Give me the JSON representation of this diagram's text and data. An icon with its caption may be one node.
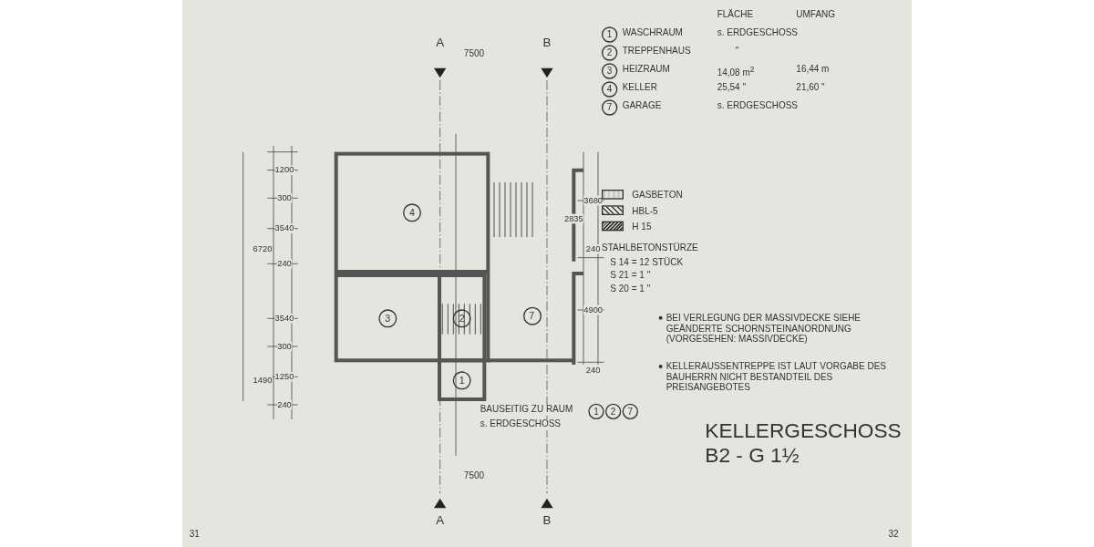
{
  "diagram": {
    "title": "KELLERGESCHOSS B2 - G 1½",
    "nodes": [
      {
        "text": [
          "1"
        ]
      },
      {
        "text": [
          "2"
        ]
      },
      {
        "text": [
          "3"
        ]
      },
      {
        "text": [
          "4"
        ]
      },
      {
        "text": [
          "7"
        ]
      }
    ],
    "edges": [],
    "labels": [
      "FLÄCHE",
      "UMFANG",
      "1",
      "WASCHRAUM",
      "s. ERDGESCHOSS",
      "2",
      "TREPPENHAUS",
      "\"",
      "3",
      "HEIZRAUM",
      "14,08 m$^{2}$",
      "16,44 m",
      "4",
      "KELLER",
      "25,54 \"",
      "21,60 \"",
      "7",
      "GARAGE",
      "s. ERDGESCHOSS",
      "STAHLBETONSTÜRZE",
      "S 14 = 12 STÜCK",
      "S 21 = 1 \"",
      "S 20 = 1 \"",
      "BEI VERLEGUNG DER MASSIVDECKE SIEHE GEÄNDERTE SCHORNSTEINANORDNUNG (VORGESEHEN: MASSIVDECKE)",
      "KELLERAUSSENTREPPE IST LAUT VORGABE DES BAUHERRN NICHT BESTANDTEIL DES PREISANGEBOTES",
      "BAUSEITIG ZU RAUM",
      "1",
      "2",
      "7",
      "s. ERDGESCHOSS",
      "1490",
      "6720",
      "240",
      "1250",
      "300",
      "3540",
      "240",
      "3540",
      "300",
      "1200",
      "2835",
      "240",
      "4900",
      "240",
      "3680",
      "7500",
      "7500",
      "A",
      "A",
      "B",
      "B",
      "31",
      "32"
    ],
    "legend": [
      {
        "text": "GASBETON"
      },
      {
        "text": "HBL-5"
      },
      {
        "text": "H 15"
      }
    ]
  }
}
